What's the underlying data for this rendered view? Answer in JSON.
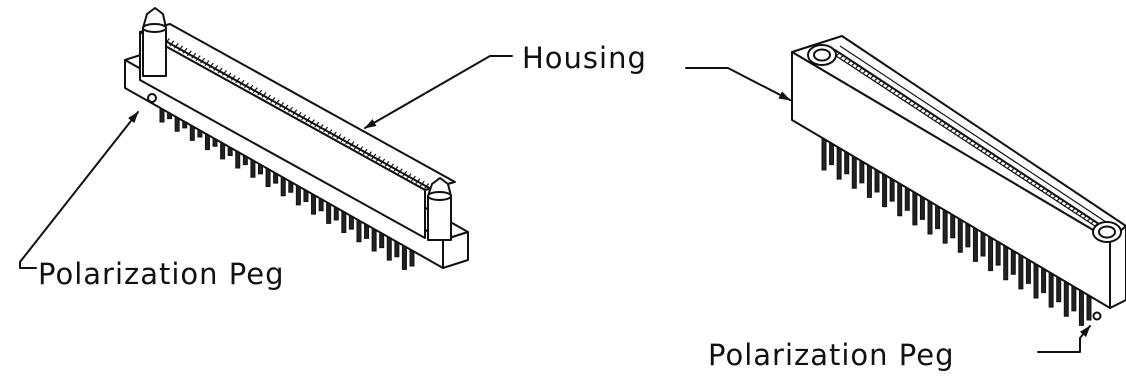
{
  "labels": {
    "housing": "Housing",
    "peg_left": "Polarization Peg",
    "peg_right": "Polarization Peg"
  },
  "colors": {
    "line": "#111111",
    "background": "#ffffff"
  }
}
